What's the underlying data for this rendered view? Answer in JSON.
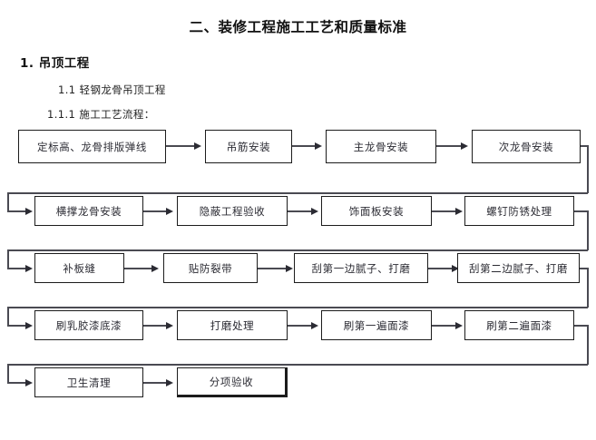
{
  "document": {
    "title": "二、装修工程施工工艺和质量标准",
    "section_1": "1. 吊顶工程",
    "section_1_1": "1.1 轻钢龙骨吊顶工程",
    "section_1_1_1": "1.1.1 施工工艺流程："
  },
  "flowchart": {
    "type": "process-flow",
    "orientation": "serpentine-left-to-right",
    "box_border_color": "#1c1c1c",
    "connector_color": "#4a4a52",
    "text_color": "#2b2b33",
    "rows": [
      {
        "index": 1,
        "steps": [
          "定标高、龙骨排版弹线",
          "吊筋安装",
          "主龙骨安装",
          "次龙骨安装"
        ]
      },
      {
        "index": 2,
        "steps": [
          "横撑龙骨安装",
          "隐蔽工程验收",
          "饰面板安装",
          "螺钉防锈处理"
        ]
      },
      {
        "index": 3,
        "steps": [
          "补板缝",
          "贴防裂带",
          "刮第一边腻子、打磨",
          "刮第二边腻子、打磨"
        ]
      },
      {
        "index": 4,
        "steps": [
          "刷乳胶漆底漆",
          "打磨处理",
          "刷第一遍面漆",
          "刷第二遍面漆"
        ]
      },
      {
        "index": 5,
        "steps": [
          "卫生清理",
          "分项验收"
        ]
      }
    ],
    "terminal_step": "分项验收"
  }
}
